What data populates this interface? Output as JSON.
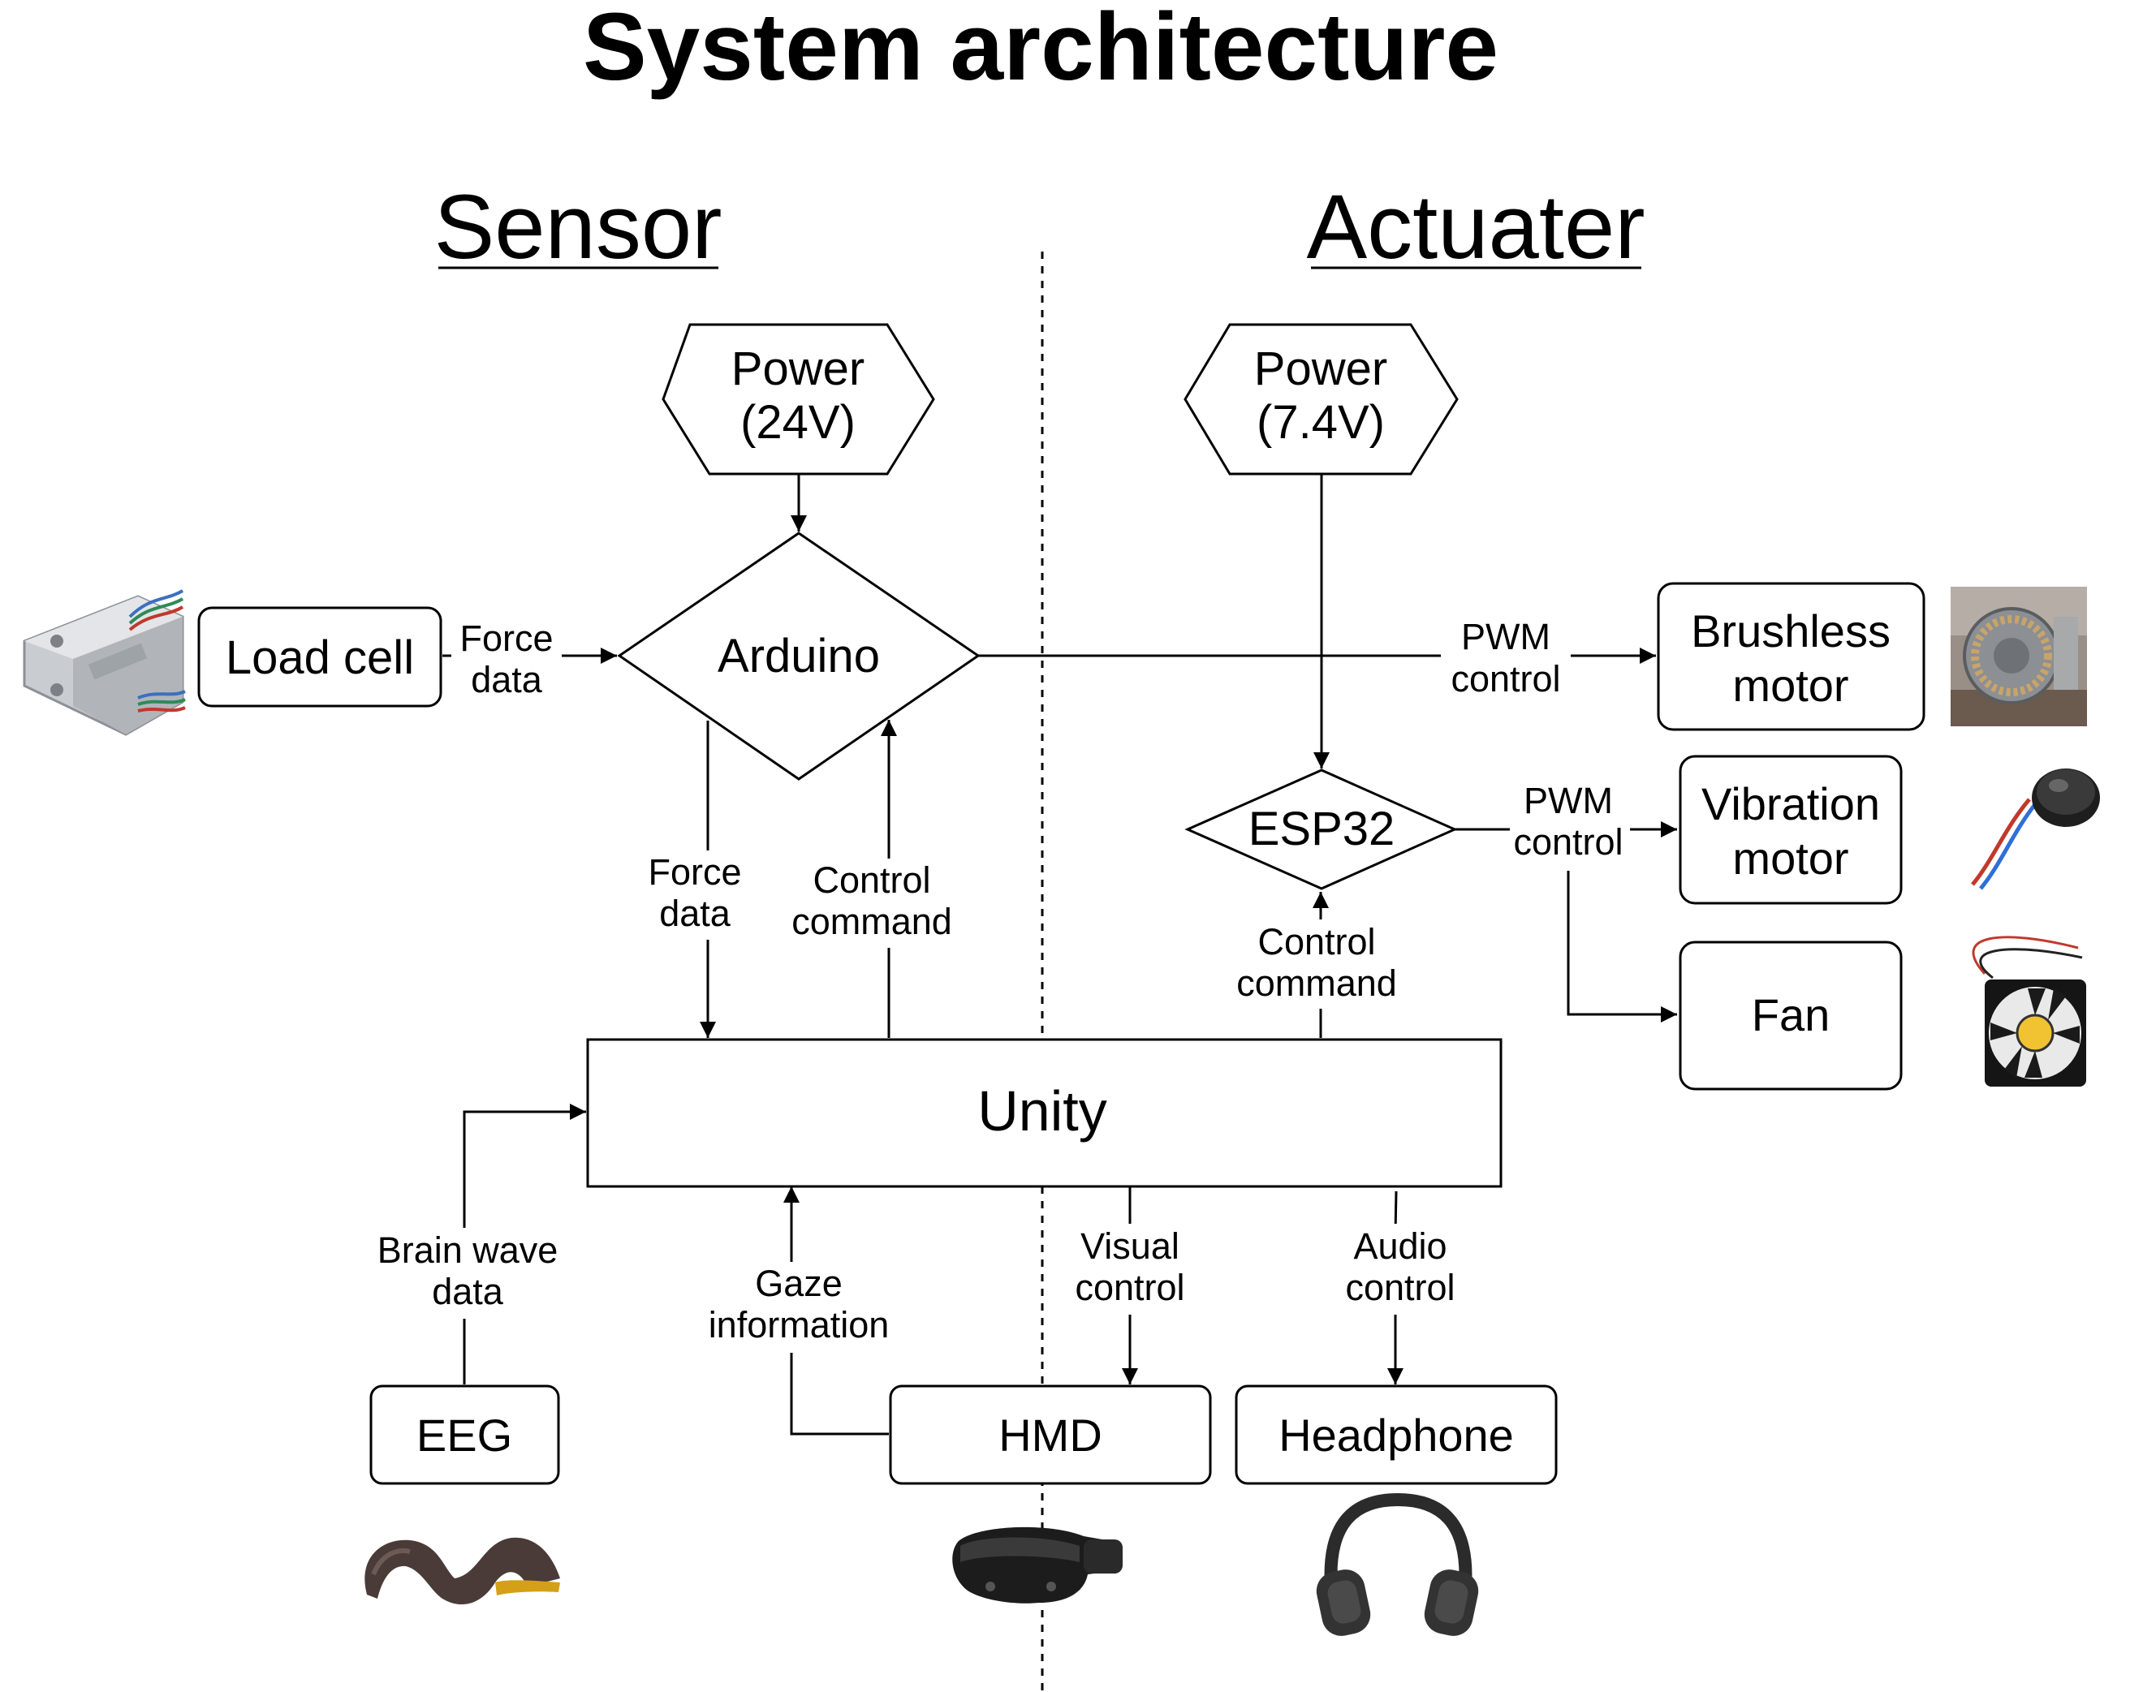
{
  "title": "System architecture",
  "sections": {
    "sensor": "Sensor",
    "actuator": "Actuater"
  },
  "nodes": {
    "power_sensor": [
      "Power",
      "(24V)"
    ],
    "power_actuator": [
      "Power",
      "(7.4V)"
    ],
    "arduino": "Arduino",
    "esp32": "ESP32",
    "load_cell": "Load cell",
    "unity": "Unity",
    "brushless_motor": [
      "Brushless",
      "motor"
    ],
    "vibration_motor": [
      "Vibration",
      "motor"
    ],
    "fan": "Fan",
    "eeg": "EEG",
    "hmd": "HMD",
    "headphone": "Headphone"
  },
  "edges": {
    "loadcell_force": [
      "Force",
      "data"
    ],
    "arduino_force": [
      "Force",
      "data"
    ],
    "arduino_control": [
      "Control",
      "command"
    ],
    "esp32_control": [
      "Control",
      "command"
    ],
    "pwm_brushless": [
      "PWM",
      "control"
    ],
    "pwm_vibration": [
      "PWM",
      "control"
    ],
    "brain_wave": [
      "Brain wave",
      "data"
    ],
    "gaze": [
      "Gaze",
      "information"
    ],
    "visual": [
      "Visual",
      "control"
    ],
    "audio": [
      "Audio",
      "control"
    ]
  },
  "icons": [
    "load-cell-photo",
    "brushless-motor-photo",
    "vibration-motor-photo",
    "fan-photo",
    "eeg-headband-photo",
    "hmd-headset-photo",
    "headphone-photo"
  ]
}
